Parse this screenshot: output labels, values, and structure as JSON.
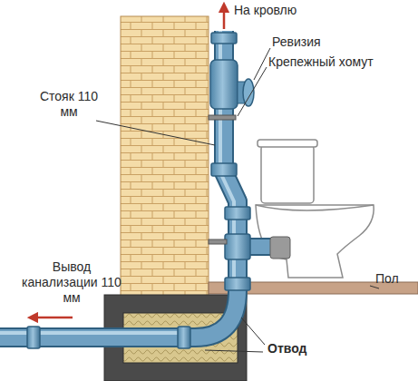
{
  "diagram": {
    "labels": [
      "На кровлю",
      "Ревизия",
      "Крепежный хомут",
      "Стояк 110 мм",
      "Вывод канализации 110 мм",
      "Пол",
      "Отвод"
    ]
  }
}
